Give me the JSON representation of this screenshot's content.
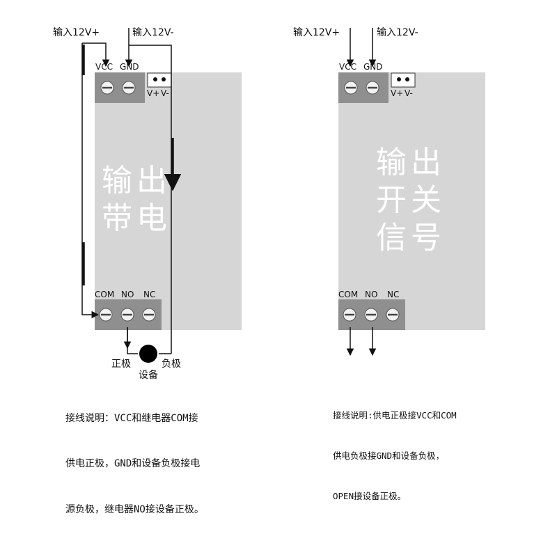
{
  "left": {
    "input_pos": "输入12V+",
    "input_neg": "输入12V-",
    "vcc": "VCC",
    "gnd": "GND",
    "vplus": "V+",
    "vminus": "V-",
    "center_line1": "输出",
    "center_line2": "带电",
    "com": "COM",
    "no": "NO",
    "nc": "NC",
    "positive": "正极",
    "negative": "负极",
    "device": "设备",
    "note_lines": [
      "接线说明：VCC和继电器COM接",
      "供电正极，GND和设备负极接电",
      "源负极，继电器NO接设备正极。"
    ]
  },
  "right": {
    "input_pos": "输入12V+",
    "input_neg": "输入12V-",
    "vcc": "VCC",
    "gnd": "GND",
    "vplus": "V+",
    "vminus": "V-",
    "center_line1": "输出",
    "center_line2": "开关",
    "center_line3": "信号",
    "com": "COM",
    "no": "NO",
    "nc": "NC",
    "note_lines": [
      "接线说明:供电正极接VCC和COM",
      "供电负极接GND和设备负极，",
      "OPEN接设备正极。"
    ]
  },
  "colors": {
    "board": "#d6d6d6",
    "terminal_block": "#8f8f8f",
    "screw": "#f2f2f2",
    "wire": "#111111",
    "device": "#000000"
  }
}
